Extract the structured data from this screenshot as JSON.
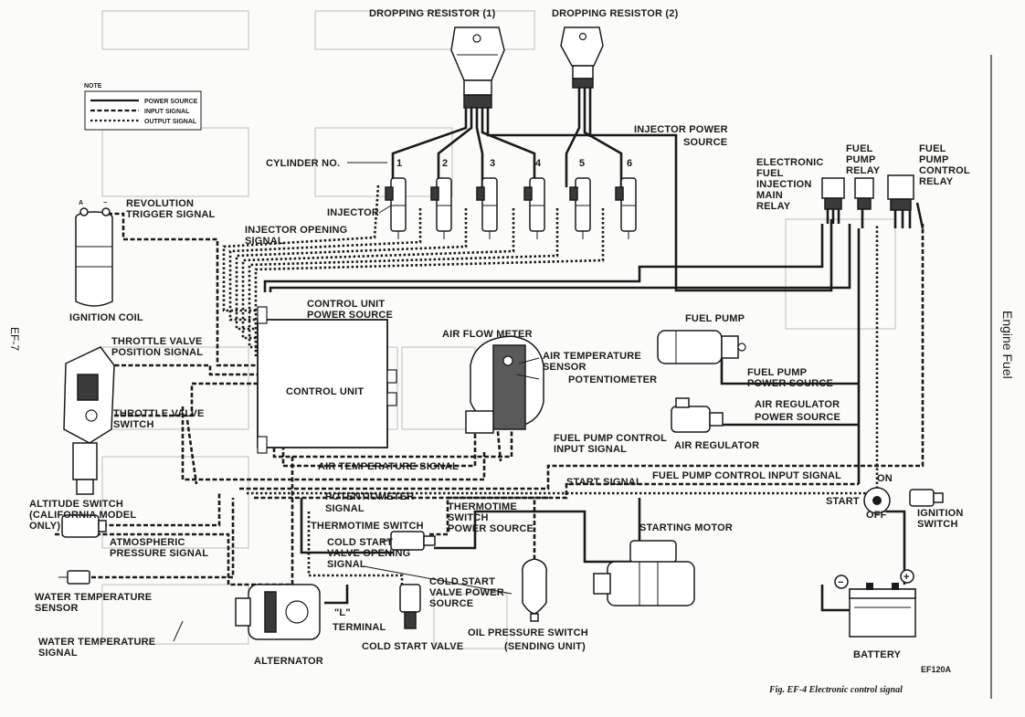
{
  "figure": {
    "caption": "Fig. EF-4  Electronic control signal",
    "code": "EF120A",
    "page_number": "EF-7",
    "section_title": "Engine Fuel"
  },
  "legend": {
    "title": "NOTE",
    "items": [
      {
        "label": "POWER SOURCE",
        "style": "solid"
      },
      {
        "label": "INPUT SIGNAL",
        "style": "dashed"
      },
      {
        "label": "OUTPUT SIGNAL",
        "style": "dotted"
      }
    ]
  },
  "labels": {
    "dropping_resistor_1": "DROPPING RESISTOR (1)",
    "dropping_resistor_2": "DROPPING RESISTOR (2)",
    "injector_power_source": [
      "INJECTOR POWER",
      "SOURCE"
    ],
    "cylinder_no": "CYLINDER NO.",
    "cylinder_numbers": [
      "1",
      "2",
      "3",
      "4",
      "5",
      "6"
    ],
    "injector": "INJECTOR",
    "revolution_trigger": [
      "REVOLUTION",
      "TRIGGER SIGNAL"
    ],
    "injector_opening": [
      "INJECTOR OPENING",
      "SIGNAL"
    ],
    "ignition_coil": "IGNITION COIL",
    "efi_main_relay": [
      "ELECTRONIC",
      "FUEL",
      "INJECTION",
      "MAIN",
      "RELAY"
    ],
    "fuel_pump_relay": [
      "FUEL",
      "PUMP",
      "RELAY"
    ],
    "fuel_pump_control_relay": [
      "FUEL",
      "PUMP",
      "CONTROL",
      "RELAY"
    ],
    "control_unit_power": [
      "CONTROL UNIT",
      "POWER SOURCE"
    ],
    "throttle_valve_position": [
      "THROTTLE VALVE",
      "POSITION SIGNAL"
    ],
    "air_flow_meter": "AIR FLOW METER",
    "fuel_pump": "FUEL PUMP",
    "air_temperature_sensor": [
      "AIR TEMPERATURE",
      "SENSOR"
    ],
    "potentiometer": "POTENTIOMETER",
    "control_unit": "CONTROL UNIT",
    "throttle_valve_switch": [
      "THROTTLE VALVE",
      "SWITCH"
    ],
    "fuel_pump_power": [
      "FUEL PUMP",
      "POWER SOURCE"
    ],
    "air_regulator_power": [
      "AIR REGULATOR",
      "POWER SOURCE"
    ],
    "air_regulator": "AIR REGULATOR",
    "fuel_pump_control_input_1": [
      "FUEL PUMP CONTROL",
      "INPUT SIGNAL"
    ],
    "air_temperature_signal": "AIR TEMPERATURE SIGNAL",
    "fuel_pump_control_input_2": "FUEL PUMP CONTROL INPUT SIGNAL",
    "start_signal": "START SIGNAL",
    "ign_on": "ON",
    "ign_start": "START",
    "ign_off": "OFF",
    "ignition_switch": [
      "IGNITION",
      "SWITCH"
    ],
    "potentiometer_signal": [
      "POTENTIOMETER",
      "SIGNAL"
    ],
    "thermotime_power": [
      "THERMOTIME",
      "SWITCH",
      "POWER SOURCE"
    ],
    "thermotime_switch": "THERMOTIME SWITCH",
    "altitude_switch": [
      "ALTITUDE SWITCH",
      "(CALIFORNIA MODEL",
      "ONLY)"
    ],
    "atmospheric_pressure": [
      "ATMOSPHERIC",
      "PRESSURE SIGNAL"
    ],
    "cold_start_opening": [
      "COLD START",
      "VALVE OPENING",
      "SIGNAL"
    ],
    "starting_motor": "STARTING MOTOR",
    "water_temp_sensor": [
      "WATER TEMPERATURE",
      "SENSOR"
    ],
    "cold_start_power": [
      "COLD START",
      "VALVE POWER",
      "SOURCE"
    ],
    "l_terminal": [
      "\"L\"",
      "TERMINAL"
    ],
    "water_temp_signal": [
      "WATER TEMPERATURE",
      "SIGNAL"
    ],
    "oil_pressure_switch": [
      "OIL PRESSURE SWITCH",
      "(SENDING UNIT)"
    ],
    "alternator": "ALTERNATOR",
    "cold_start_valve": "COLD START VALVE",
    "battery": "BATTERY",
    "battery_minus": "−",
    "battery_plus": "+",
    "coil_a": "A",
    "coil_minus": "−"
  }
}
